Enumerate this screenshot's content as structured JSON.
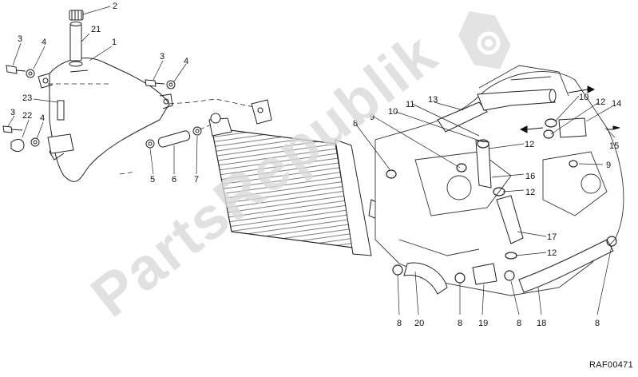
{
  "watermark": {
    "text": "PartsRepublik",
    "color": "#d9d9d9"
  },
  "drawing_code": "RAF00471",
  "callouts": [
    {
      "id": "c2a",
      "text": "2"
    },
    {
      "id": "c21",
      "text": "21"
    },
    {
      "id": "c3a",
      "text": "3"
    },
    {
      "id": "c4a",
      "text": "4"
    },
    {
      "id": "c1",
      "text": "1"
    },
    {
      "id": "c3b",
      "text": "3"
    },
    {
      "id": "c4b",
      "text": "4"
    },
    {
      "id": "c23",
      "text": "23"
    },
    {
      "id": "c3c",
      "text": "3"
    },
    {
      "id": "c22",
      "text": "22"
    },
    {
      "id": "c4c",
      "text": "4"
    },
    {
      "id": "c5",
      "text": "5"
    },
    {
      "id": "c6",
      "text": "6"
    },
    {
      "id": "c7",
      "text": "7"
    },
    {
      "id": "c13",
      "text": "13"
    },
    {
      "id": "c10a",
      "text": "10"
    },
    {
      "id": "c12a",
      "text": "12"
    },
    {
      "id": "c14",
      "text": "14"
    },
    {
      "id": "c10b",
      "text": "10"
    },
    {
      "id": "c11",
      "text": "11"
    },
    {
      "id": "c9a",
      "text": "9"
    },
    {
      "id": "c8a",
      "text": "8"
    },
    {
      "id": "c12b",
      "text": "12"
    },
    {
      "id": "c15",
      "text": "15"
    },
    {
      "id": "c9b",
      "text": "9"
    },
    {
      "id": "c16",
      "text": "16"
    },
    {
      "id": "c12c",
      "text": "12"
    },
    {
      "id": "c17",
      "text": "17"
    },
    {
      "id": "c12d",
      "text": "12"
    },
    {
      "id": "c8b",
      "text": "8"
    },
    {
      "id": "c20",
      "text": "20"
    },
    {
      "id": "c8c",
      "text": "8"
    },
    {
      "id": "c19",
      "text": "19"
    },
    {
      "id": "c8d",
      "text": "8"
    },
    {
      "id": "c18",
      "text": "18"
    },
    {
      "id": "c8e",
      "text": "8"
    }
  ]
}
